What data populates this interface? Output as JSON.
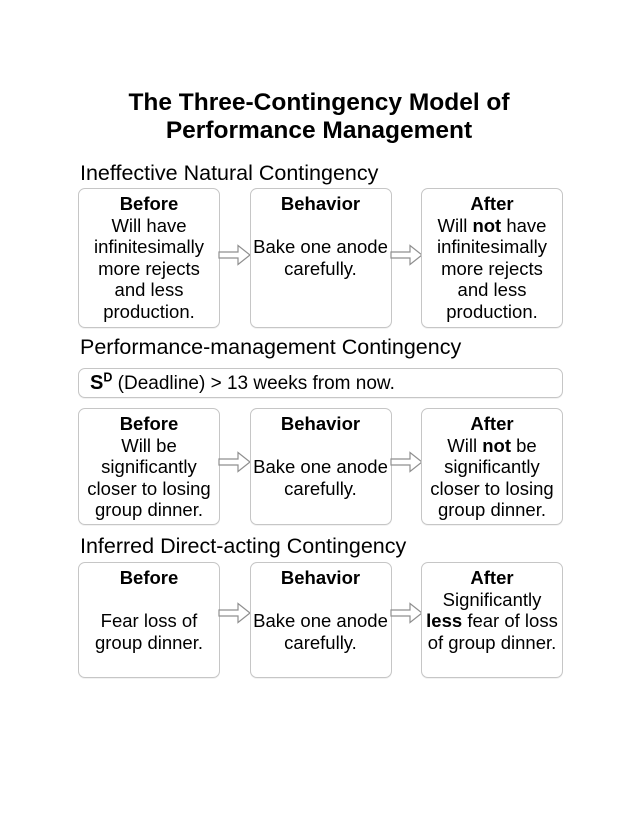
{
  "title": {
    "line1": "The Three-Contingency Model of",
    "line2": "Performance Management"
  },
  "sections": [
    {
      "heading": "Ineffective Natural Contingency",
      "boxes": [
        {
          "header": "Before",
          "lines": [
            "Will have",
            "infinitesimally",
            "more rejects",
            "and less",
            "production."
          ]
        },
        {
          "header": "Behavior",
          "lines": [
            "",
            "Bake one anode",
            "carefully."
          ]
        },
        {
          "header": "After",
          "lines": [
            {
              "pre": "Will ",
              "bold": "not",
              "post": " have"
            },
            "infinitesimally",
            "more rejects",
            "and less",
            "production."
          ]
        }
      ]
    },
    {
      "heading": "Performance-management Contingency",
      "sd": {
        "symbol": "S",
        "superscript": "D",
        "rest": " (Deadline) > 13 weeks from now."
      },
      "boxes": [
        {
          "header": "Before",
          "lines": [
            "Will be",
            "significantly",
            "closer to losing",
            "group dinner."
          ]
        },
        {
          "header": "Behavior",
          "lines": [
            "",
            "Bake one anode",
            "carefully."
          ]
        },
        {
          "header": "After",
          "lines": [
            {
              "pre": "Will ",
              "bold": "not",
              "post": " be"
            },
            "significantly",
            "closer to losing",
            "group dinner."
          ]
        }
      ]
    },
    {
      "heading": "Inferred Direct-acting Contingency",
      "boxes": [
        {
          "header": "Before",
          "lines": [
            "",
            "Fear loss of",
            "group dinner."
          ]
        },
        {
          "header": "Behavior",
          "lines": [
            "",
            "Bake one anode",
            "carefully."
          ]
        },
        {
          "header": "After",
          "lines": [
            "Significantly",
            {
              "pre": "",
              "bold": "less",
              "post": " fear of loss"
            },
            "of group dinner."
          ]
        }
      ]
    }
  ],
  "colors": {
    "background": "#ffffff",
    "text": "#000000",
    "box_border": "#c6c6c6",
    "arrow_outline": "#8f8f8f",
    "arrow_fill": "#ffffff"
  }
}
